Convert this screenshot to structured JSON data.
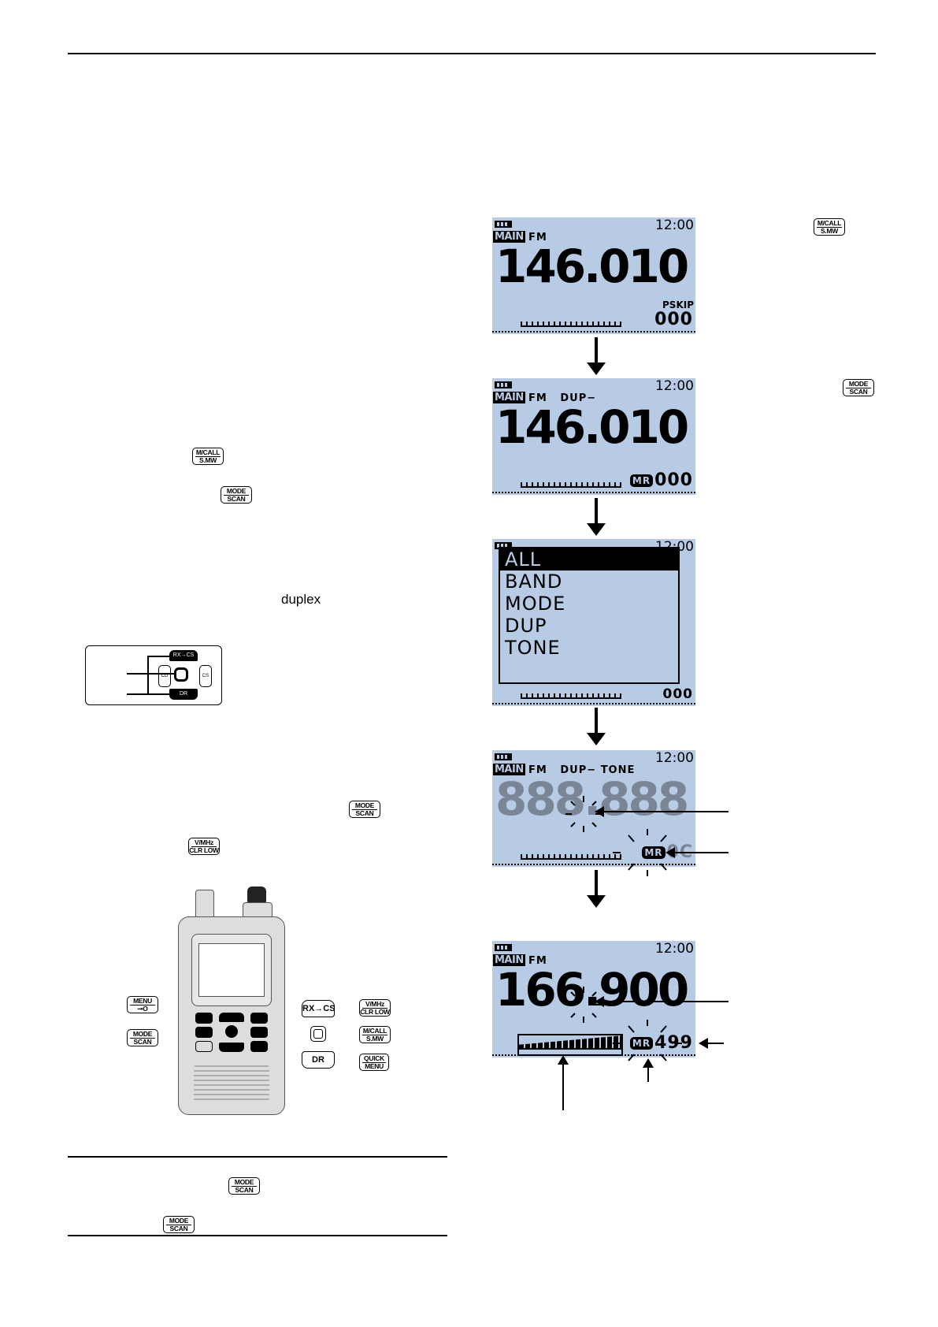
{
  "page": {
    "duplex_word": "duplex"
  },
  "keys": {
    "mcall_top": "M/CALL",
    "mcall_bottom": "S.MW",
    "mode_top": "MODE",
    "mode_bottom": "SCAN",
    "vmhz_top": "V/MHz",
    "vmhz_bottom": "CLR LOW",
    "menu_top": "MENU",
    "menu_bottom": "⊸O",
    "quick_top": "QUICK",
    "quick_bottom": "MENU",
    "rxcs": "RX→CS",
    "dr": "DR",
    "cs": "CS",
    "cd": "CD"
  },
  "lcd1": {
    "clock": "12:00",
    "band": "MAIN",
    "mode": "FM",
    "freq": "146.010",
    "pskip": "PSKIP",
    "channel": "000"
  },
  "lcd2": {
    "clock": "12:00",
    "band": "MAIN",
    "mode": "FM   DUP−",
    "freq": "146.010",
    "mr": "MR",
    "channel": "000"
  },
  "lcd3": {
    "clock": "12:00",
    "menu_items": [
      "ALL",
      "BAND",
      "MODE",
      "DUP",
      "TONE"
    ],
    "channel": "000"
  },
  "lcd4": {
    "clock": "12:00",
    "band": "MAIN",
    "mode": "FM   DUP− TONE",
    "freq": "888.888",
    "mr": "MR",
    "channel": "0C"
  },
  "lcd5": {
    "clock": "12:00",
    "band": "MAIN",
    "mode": "FM",
    "freq": "166.900",
    "mr": "MR",
    "channel": "499"
  },
  "colors": {
    "lcd_background": "#b7cbe5",
    "ink": "#000000"
  }
}
